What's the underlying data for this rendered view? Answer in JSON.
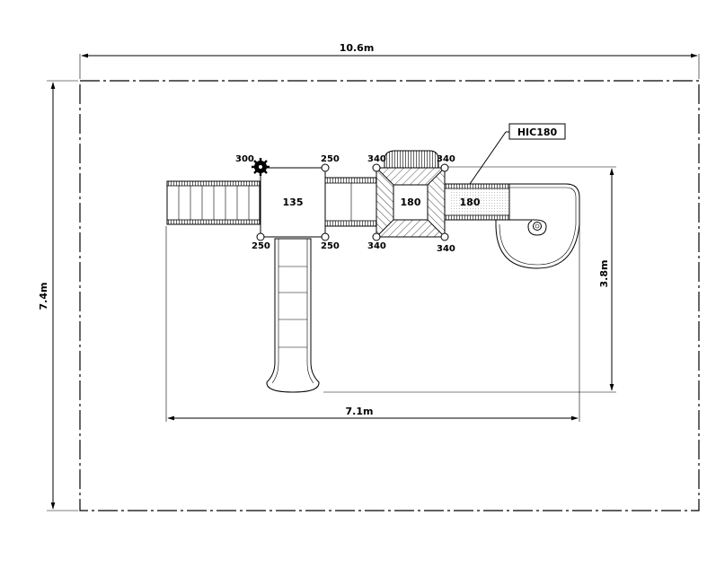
{
  "dimensions": {
    "overall_width": "10.6m",
    "overall_depth": "7.4m",
    "structure_width": "7.1m",
    "structure_depth": "3.8m"
  },
  "callout": {
    "label": "HIC180"
  },
  "decks": {
    "left": "135",
    "middle": "180",
    "right": "180"
  },
  "posts": {
    "left_top_left": "300",
    "left_top_right": "250",
    "left_bottom_left": "250",
    "left_bottom_right": "250",
    "mid_top_left": "340",
    "mid_top_right": "340",
    "mid_bottom_left": "340",
    "mid_bottom_right": "340"
  },
  "colors": {
    "line": "#000000",
    "background": "#ffffff",
    "hatch_fill": "#f4f4f4"
  }
}
